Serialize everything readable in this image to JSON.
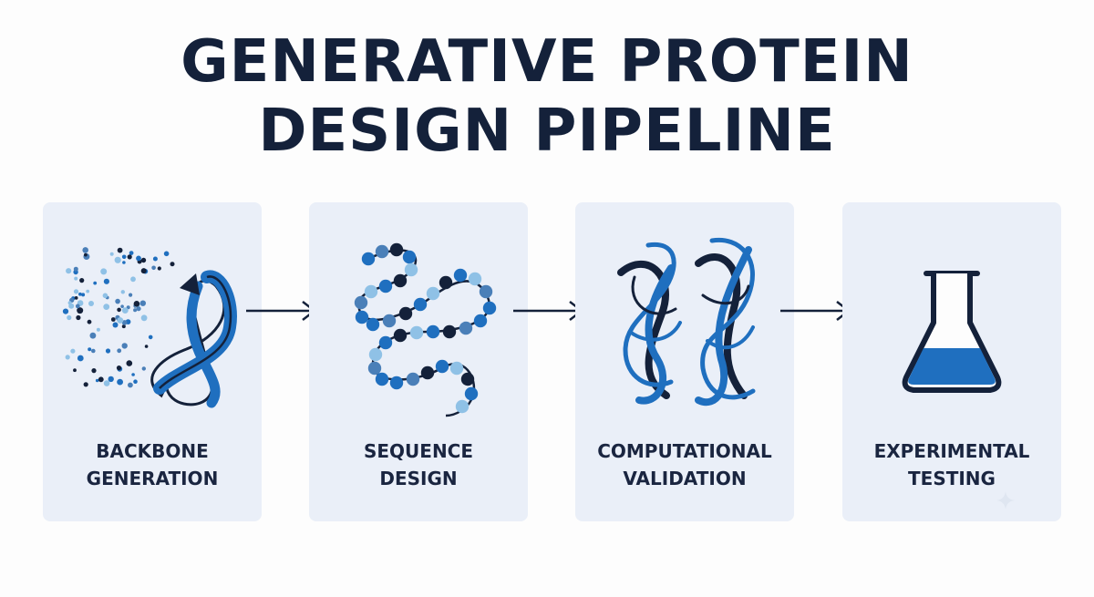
{
  "title": {
    "line1": "GENERATIVE PROTEIN",
    "line2": "DESIGN PIPELINE"
  },
  "steps": [
    {
      "line1": "BACKBONE",
      "line2": "GENERATION",
      "icon": "protein-backbone-icon"
    },
    {
      "line1": "SEQUENCE",
      "line2": "DESIGN",
      "icon": "amino-acid-chain-icon"
    },
    {
      "line1": "COMPUTATIONAL",
      "line2": "VALIDATION",
      "icon": "folded-protein-icon"
    },
    {
      "line1": "EXPERIMENTAL",
      "line2": "TESTING",
      "icon": "flask-icon"
    }
  ],
  "colors": {
    "navy": "#14213a",
    "blue": "#1f6fbf",
    "light_blue": "#8fc1e6",
    "card_bg": "#eaeff8"
  }
}
